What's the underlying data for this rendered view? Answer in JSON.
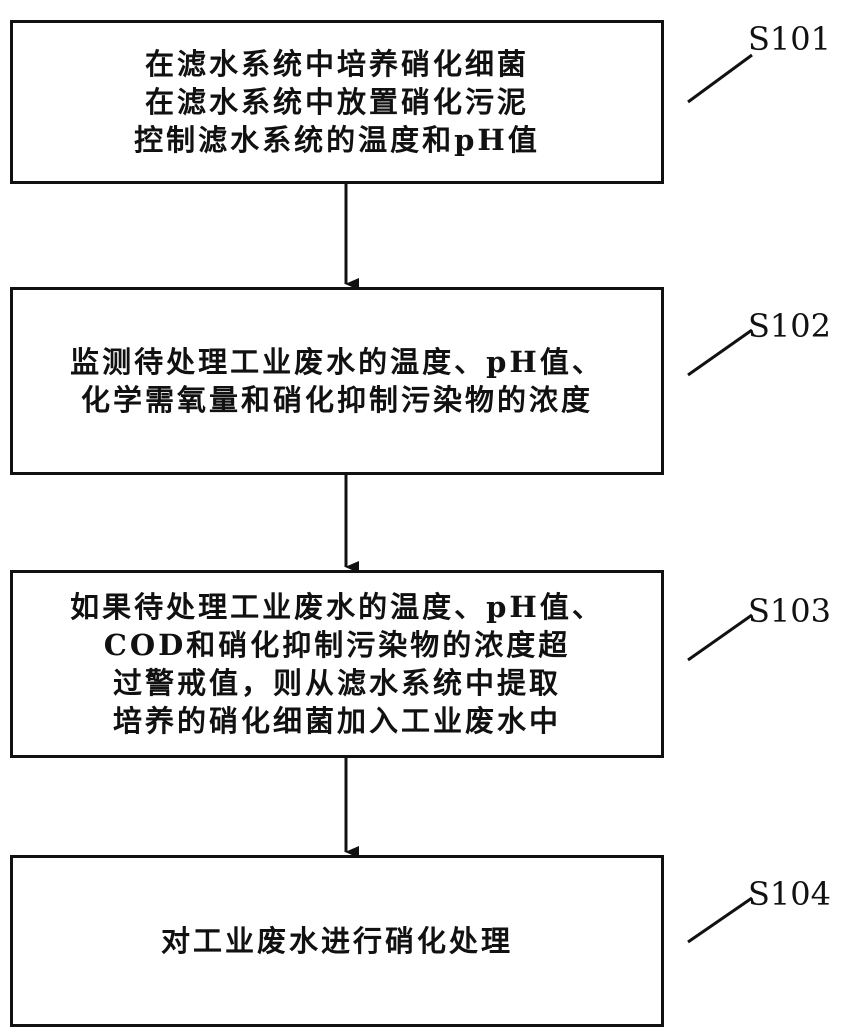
{
  "steps": [
    {
      "id": "S101",
      "lines": [
        "在滤水系统中培养硝化细菌",
        "在滤水系统中放置硝化污泥",
        "控制滤水系统的温度和pH值"
      ]
    },
    {
      "id": "S102",
      "lines": [
        "监测待处理工业废水的温度、pH值、",
        "化学需氧量和硝化抑制污染物的浓度"
      ]
    },
    {
      "id": "S103",
      "lines": [
        "如果待处理工业废水的温度、pH值、",
        "COD和硝化抑制污染物的浓度超",
        "过警戒值，则从滤水系统中提取",
        "培养的硝化细菌加入工业废水中"
      ]
    },
    {
      "id": "S104",
      "lines": [
        "对工业废水进行硝化处理"
      ]
    }
  ],
  "colors": {
    "stroke": "#111111",
    "background": "#ffffff"
  }
}
